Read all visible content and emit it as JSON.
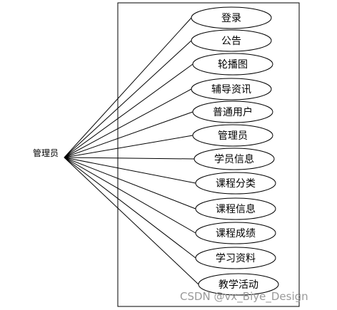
{
  "actor": {
    "label": "管理员"
  },
  "use_cases": [
    {
      "label": "登录"
    },
    {
      "label": "公告"
    },
    {
      "label": "轮播图"
    },
    {
      "label": "辅导资讯"
    },
    {
      "label": "普通用户"
    },
    {
      "label": "管理员"
    },
    {
      "label": "学员信息"
    },
    {
      "label": "课程分类"
    },
    {
      "label": "课程信息"
    },
    {
      "label": "课程成绩"
    },
    {
      "label": "学习资料"
    },
    {
      "label": "教学活动"
    }
  ],
  "watermark": "CSDN @vx_Biye_Design"
}
